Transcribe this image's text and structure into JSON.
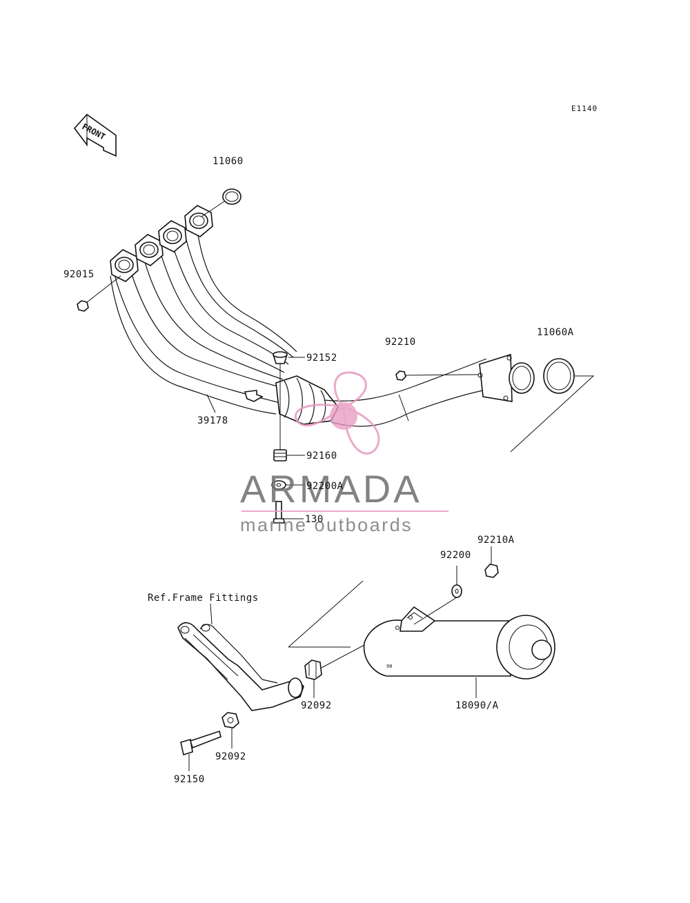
{
  "diagram_code": "E1140",
  "front_marker": "FRONT",
  "reference_label": "Ref.Frame Fittings",
  "part_numbers": {
    "gasket_top": "11060",
    "gasket_muffler": "11060A",
    "nut_header": "92015",
    "header_pipe": "39178",
    "nut_collar": "92210",
    "nut_muffler": "92210A",
    "washer_muffler": "92200",
    "washer_stand": "92200A",
    "bushing_top": "92152",
    "bushing_bottom": "92160",
    "bolt_small": "130",
    "muffler": "18090/A",
    "collar_muffler": "92092",
    "collar_bracket": "92092",
    "bolt_bracket": "92150"
  },
  "watermark": {
    "name": "ARMADA",
    "subtitle": "marine outboards",
    "colors": {
      "text": "#6e6e6e",
      "accent": "#e89ac1"
    }
  }
}
